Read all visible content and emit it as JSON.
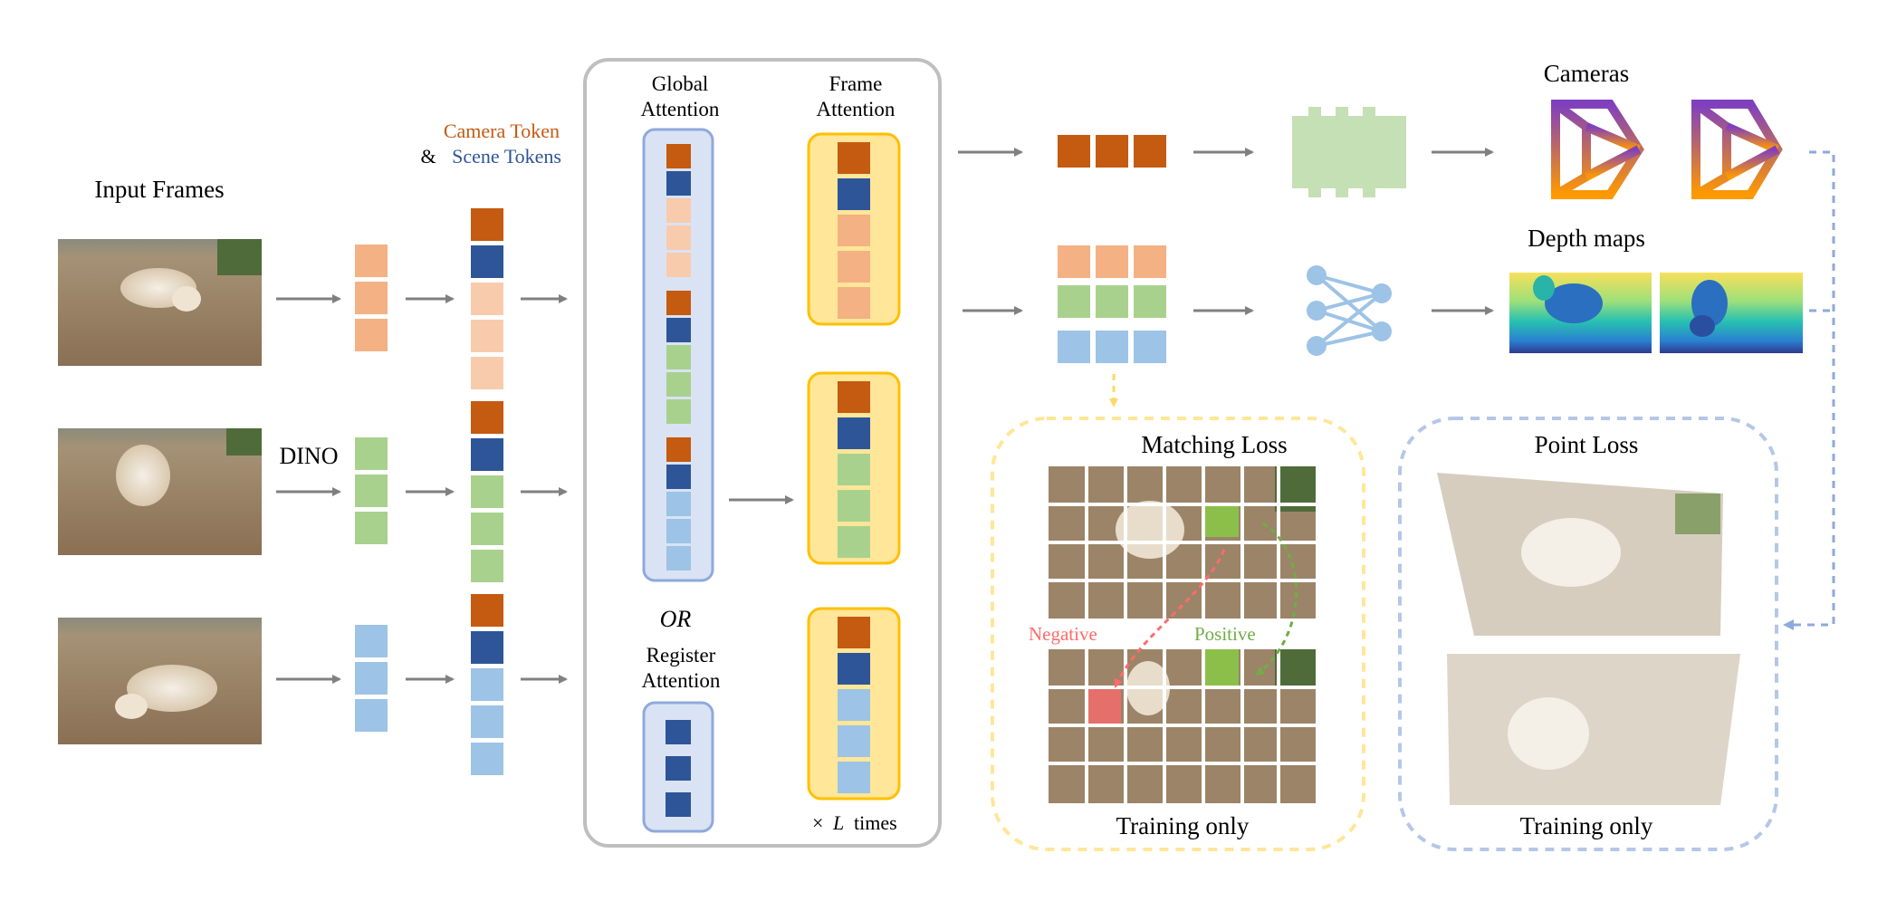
{
  "labels": {
    "input_frames": "Input Frames",
    "camera_token": "Camera Token",
    "ampersand": "&",
    "scene_tokens": "Scene Tokens",
    "dino": "DINO",
    "global_attention_1": "Global",
    "global_attention_2": "Attention",
    "frame_attention_1": "Frame",
    "frame_attention_2": "Attention",
    "or": "OR",
    "register_attention_1": "Register",
    "register_attention_2": "Attention",
    "times_symbol": "×",
    "times_var": "L",
    "times_suffix": "times",
    "cameras": "Cameras",
    "depth_maps": "Depth maps",
    "matching_loss": "Matching Loss",
    "point_loss": "Point Loss",
    "negative": "Negative",
    "positive": "Positive",
    "training_only_matching": "Training only",
    "training_only_point": "Training only"
  },
  "colors": {
    "camera": "#c55a11",
    "scene": "#2e5597",
    "frame1_token": "#f4b183",
    "frame1_token_light": "#f8cbad",
    "frame2_token": "#a9d18e",
    "frame3_token": "#9dc3e6",
    "global_box_fill": "#dae3f3",
    "global_box_stroke": "#8fa9dc",
    "frame_box_fill": "#ffe699",
    "frame_box_stroke": "#ffc000",
    "outer_box_stroke": "#bfbfbf",
    "arrow": "#808080",
    "camera_head": "#c5e0b4",
    "mlp_node": "#9dc3e6",
    "matching_border": "#ffe699",
    "point_border": "#b4c7e7",
    "negative": "#ff6b6b",
    "positive": "#70ad47",
    "camera_icon_top": "#7f3fbf",
    "camera_icon_bottom": "#ff9900"
  },
  "icons": {
    "camera_head": "conv-head-icon",
    "mlp_head": "mlp-icon",
    "camera_pose": "camera-frustum-icon"
  }
}
